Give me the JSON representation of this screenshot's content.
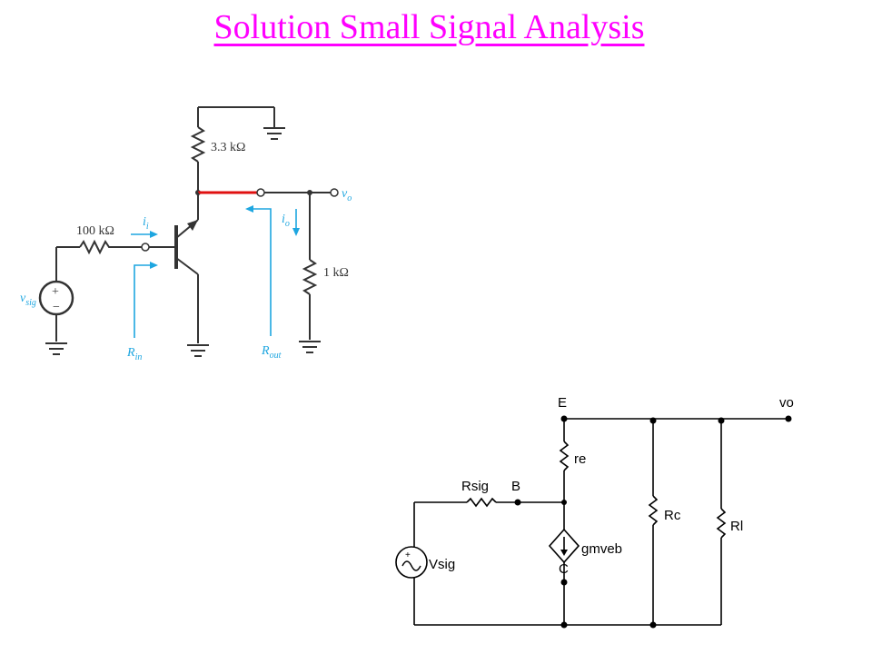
{
  "title": "Solution Small Signal Analysis",
  "colors": {
    "title": "#ff00ff",
    "current_arrows": "#1ea6e0",
    "highlight_wire": "#e01010"
  },
  "circuit_a": {
    "rc_label": "3.3 kΩ",
    "rsig_label": "100 kΩ",
    "rl_label": "1 kΩ",
    "vo_label_main": "v",
    "vo_label_sub": "o",
    "vsig_label_main": "v",
    "vsig_label_sub": "sig",
    "ii_label_main": "i",
    "ii_label_sub": "i",
    "io_label_main": "i",
    "io_label_sub": "o",
    "rin_label_main": "R",
    "rin_label_sub": "in",
    "rout_label_main": "R",
    "rout_label_sub": "out"
  },
  "circuit_b": {
    "e_label": "E",
    "vo_label": "vo",
    "re_label": "re",
    "rsig_label": "Rsig",
    "b_label": "B",
    "rc_label": "Rc",
    "rl_label": "Rl",
    "gm_label": "gmveb",
    "vsig_label": "Vsig",
    "c_label": "C"
  }
}
